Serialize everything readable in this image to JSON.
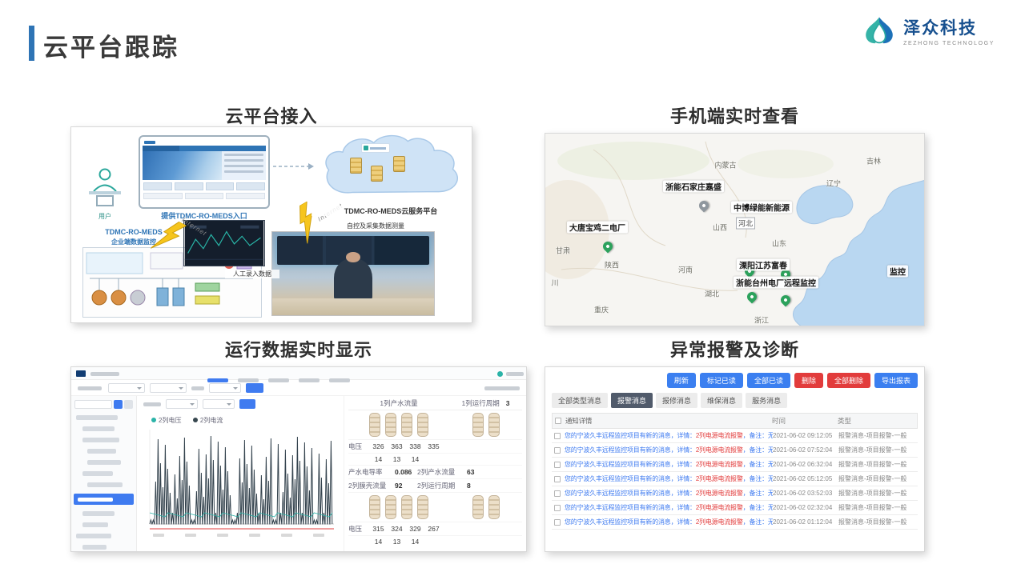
{
  "slide": {
    "title": "云平台跟踪",
    "logo_name": "泽众科技",
    "logo_subtitle": "ZEZHONG TECHNOLOGY"
  },
  "sections": {
    "cloud_title": "云平台接入",
    "map_title": "手机端实时查看",
    "dashboard_title": "运行数据实时显示",
    "alarm_title": "异常报警及诊断"
  },
  "cloud": {
    "user_label": "用户",
    "portal_text": "提供TDMC-RO-MEDS入口",
    "internet_a": "Internet",
    "internet_b": "Internet",
    "platform_label": "TDMC-RO-MEDS云服务平台",
    "system_name": "TDMC-RO-MEDS",
    "system_sub": "企业端数据监控",
    "manual_label": "人工录入数据",
    "auto_label": "自控及采集数据测量"
  },
  "map": {
    "provinces": [
      "内蒙古",
      "吉林",
      "辽宁",
      "河北",
      "山西",
      "山东",
      "甘肃",
      "陕西",
      "河南",
      "湖北",
      "重庆",
      "浙江",
      "川"
    ],
    "stations": [
      "浙能石家庄嘉盛",
      "中博绿能新能源",
      "大唐宝鸡二电厂",
      "溧阳江苏富春",
      "浙能台州电厂远程监控",
      "监控"
    ]
  },
  "dashboard": {
    "legend": [
      "2列电压",
      "2列电流"
    ],
    "stats": {
      "col1_header": "1列产水流量",
      "col2_header": "1列运行周期",
      "col2_value": "3",
      "voltage_label": "电压",
      "voltage_top": [
        "326",
        "363",
        "338",
        "335"
      ],
      "current_top": [
        "14",
        "13",
        "14"
      ],
      "pairs": [
        {
          "label": "产水电导率",
          "value": "0.086"
        },
        {
          "label": "2列产水流量",
          "value": "63"
        },
        {
          "label": "2列膜壳流量",
          "value": "92"
        },
        {
          "label": "2列运行周期",
          "value": "8"
        }
      ],
      "voltage_bottom": [
        "315",
        "324",
        "329",
        "267"
      ],
      "current_bottom": [
        "14",
        "13",
        "14"
      ]
    }
  },
  "alarm": {
    "buttons": [
      "刷新",
      "标记已读",
      "全部已读",
      "删除",
      "全部删除",
      "导出报表"
    ],
    "tabs": [
      "全部类型消息",
      "报警消息",
      "报修消息",
      "维保消息",
      "服务消息"
    ],
    "columns": [
      "通知详情",
      "时间",
      "类型"
    ],
    "rows": [
      {
        "prefix": "您的宁波久丰远程监控项目有新的消息，详情：",
        "alert": "2列电源电流报警",
        "suffix": "，备注：无",
        "time": "2021-06-02 09:12:05",
        "type": "报警消息-项目报警-一般"
      },
      {
        "prefix": "您的宁波久丰远程监控项目有新的消息，详情：",
        "alert": "2列电源电流报警",
        "suffix": "，备注：无",
        "time": "2021-06-02 07:52:04",
        "type": "报警消息-项目报警-一般"
      },
      {
        "prefix": "您的宁波久丰远程监控项目有新的消息，详情：",
        "alert": "2列电源电流报警",
        "suffix": "，备注：无",
        "time": "2021-06-02 06:32:04",
        "type": "报警消息-项目报警-一般"
      },
      {
        "prefix": "您的宁波久丰远程监控项目有新的消息，详情：",
        "alert": "2列电源电流报警",
        "suffix": "，备注：无",
        "time": "2021-06-02 05:12:05",
        "type": "报警消息-项目报警-一般"
      },
      {
        "prefix": "您的宁波久丰远程监控项目有新的消息，详情：",
        "alert": "2列电源电流报警",
        "suffix": "，备注：无",
        "time": "2021-06-02 03:52:03",
        "type": "报警消息-项目报警-一般"
      },
      {
        "prefix": "您的宁波久丰远程监控项目有新的消息，详情：",
        "alert": "2列电源电流报警",
        "suffix": "，备注：无",
        "time": "2021-06-02 02:32:04",
        "type": "报警消息-项目报警-一般"
      },
      {
        "prefix": "您的宁波久丰远程监控项目有新的消息，详情：",
        "alert": "2列电源电流报警",
        "suffix": "，备注：无",
        "time": "2021-06-02 01:12:04",
        "type": "报警消息-项目报警-一般"
      }
    ]
  }
}
